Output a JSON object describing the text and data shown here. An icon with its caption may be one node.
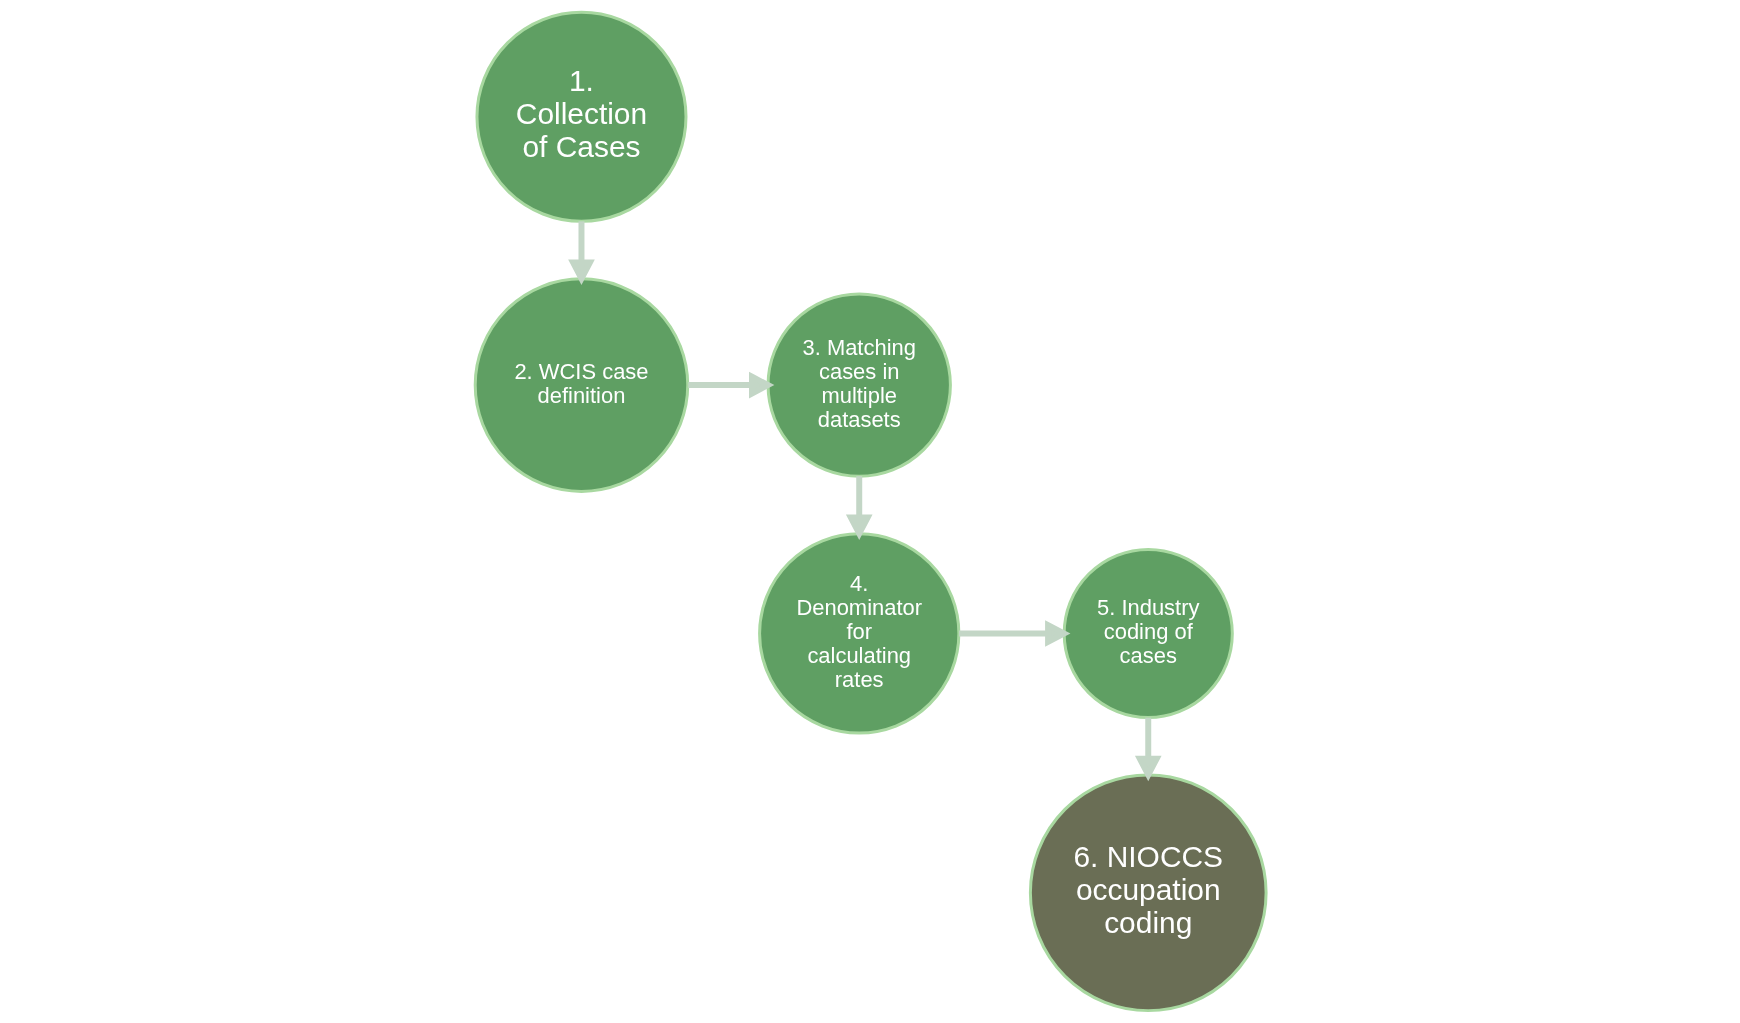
{
  "diagram": {
    "nodes": [
      {
        "text": [
          "1. Collection of Cases"
        ]
      },
      {
        "text": [
          "2. WCIS case definition"
        ]
      },
      {
        "text": [
          "3. Matching cases in multiple datasets"
        ]
      },
      {
        "text": [
          "4. Denominator for calculating rates"
        ]
      },
      {
        "text": [
          "5. Industry coding of cases"
        ]
      },
      {
        "text": [
          "6. NIOCCS occupation coding"
        ]
      }
    ],
    "edges": [
      {
        "from": 0,
        "to": 1,
        "arrow": "to"
      },
      {
        "from": 1,
        "to": 2,
        "arrow": "to"
      },
      {
        "from": 2,
        "to": 3,
        "arrow": "to"
      },
      {
        "from": 3,
        "to": 4,
        "arrow": "to"
      },
      {
        "from": 4,
        "to": 5,
        "arrow": "to"
      }
    ]
  }
}
